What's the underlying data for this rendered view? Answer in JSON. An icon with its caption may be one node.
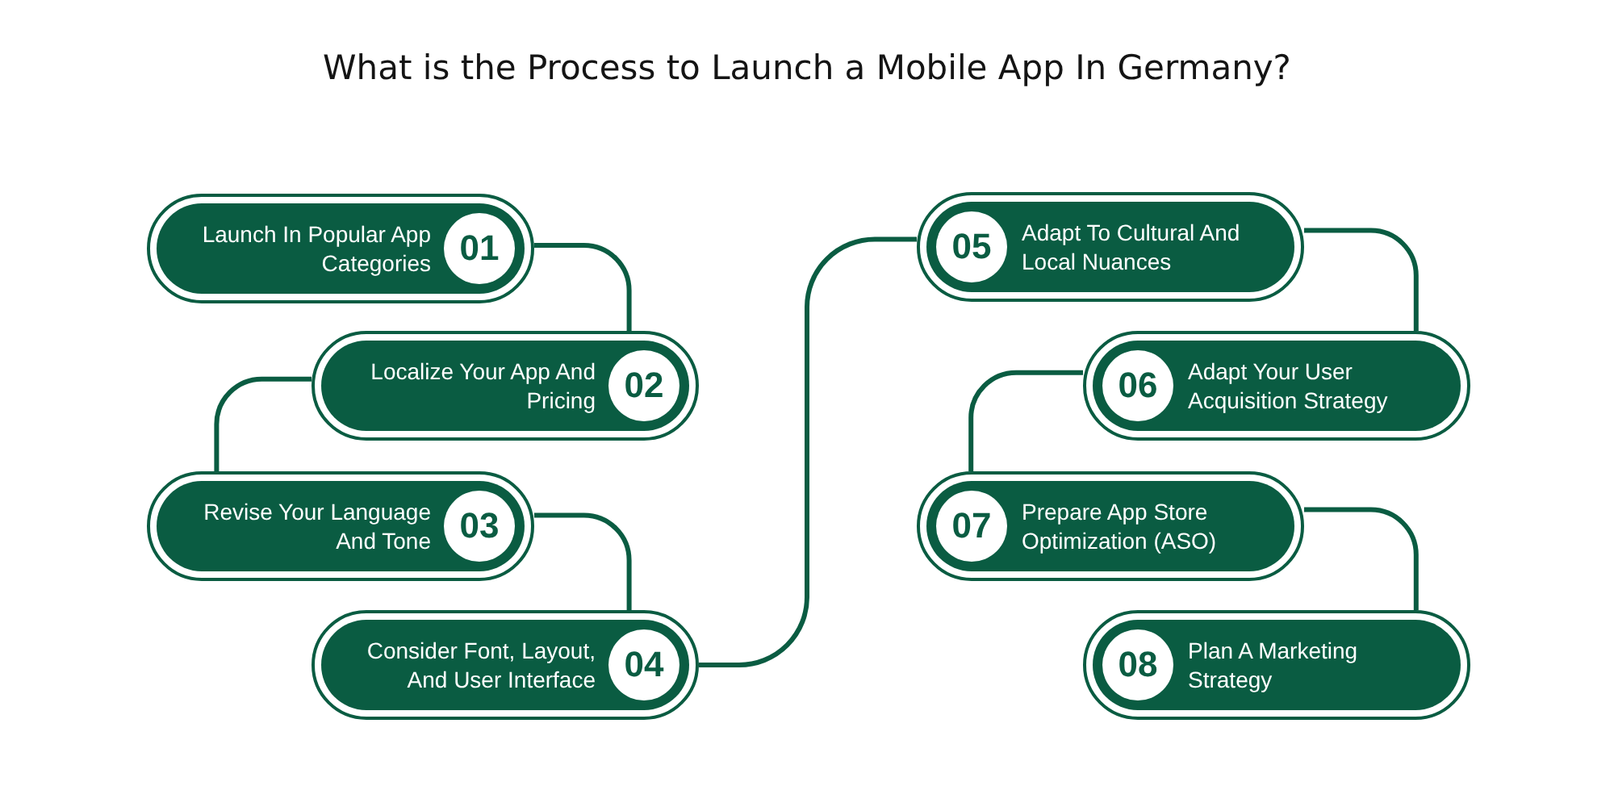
{
  "diagram": {
    "title": "What is the Process to Launch a Mobile App In Germany?",
    "nodes": [
      {
        "text": [
          "Launch In Popular App Categories",
          "01"
        ]
      },
      {
        "text": [
          "Localize Your App And Pricing",
          "02"
        ]
      },
      {
        "text": [
          "Revise Your Language And Tone",
          "03"
        ]
      },
      {
        "text": [
          "Consider Font, Layout, And User Interface",
          "04"
        ]
      },
      {
        "text": [
          "05",
          "Adapt To Cultural And Local Nuances"
        ]
      },
      {
        "text": [
          "06",
          "Adapt Your User Acquisition Strategy"
        ]
      },
      {
        "text": [
          "07",
          "Prepare App Store Optimization (ASO)"
        ]
      },
      {
        "text": [
          "08",
          "Plan A Marketing Strategy"
        ]
      }
    ],
    "edges": [
      {
        "from": 0,
        "to": 1,
        "arrow": "none"
      },
      {
        "from": 1,
        "to": 2,
        "arrow": "none"
      },
      {
        "from": 2,
        "to": 3,
        "arrow": "none"
      },
      {
        "from": 3,
        "to": 4,
        "arrow": "none"
      },
      {
        "from": 4,
        "to": 5,
        "arrow": "none"
      },
      {
        "from": 5,
        "to": 6,
        "arrow": "none"
      },
      {
        "from": 6,
        "to": 7,
        "arrow": "none"
      }
    ]
  }
}
